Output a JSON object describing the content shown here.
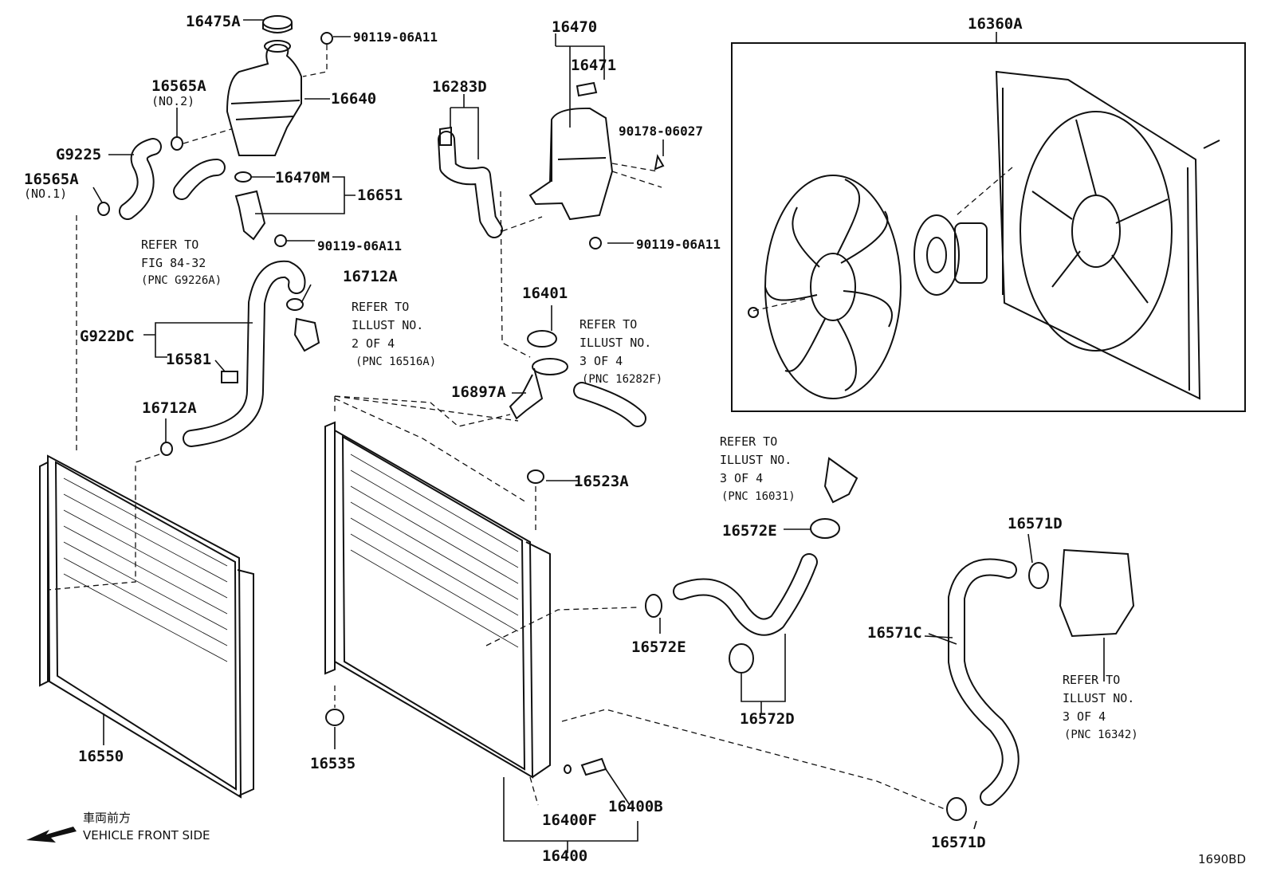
{
  "parts": {
    "p16475A": "16475A",
    "p90119_top": "90119-06A11",
    "p16470": "16470",
    "p16471": "16471",
    "p16360A": "16360A",
    "p16565A_no2": "16565A",
    "p16565A_no2_sub": "(NO.2)",
    "p16640": "16640",
    "p16283D": "16283D",
    "p90178": "90178-06027",
    "pG9225": "G9225",
    "p16565A_no1": "16565A",
    "p16565A_no1_sub": "(NO.1)",
    "p16470M": "16470M",
    "p16651": "16651",
    "p90119_mid": "90119-06A11",
    "p90119_right": "90119-06A11",
    "p16712A_top": "16712A",
    "pG922DC": "G922DC",
    "p16581": "16581",
    "p16401": "16401",
    "p16897A": "16897A",
    "p16712A_low": "16712A",
    "p16523A": "16523A",
    "p16572E_top": "16572E",
    "p16571D_top": "16571D",
    "p16572E_low": "16572E",
    "p16571C": "16571C",
    "p16572D": "16572D",
    "p16550": "16550",
    "p16535": "16535",
    "p16400B": "16400B",
    "p16400F": "16400F",
    "p16400": "16400",
    "p16571D_low": "16571D"
  },
  "refs": {
    "fig8432": [
      "REFER TO",
      "FIG 84-32",
      "(PNC G9226A)"
    ],
    "illust2": [
      "REFER TO",
      "ILLUST NO.",
      "2 OF 4",
      "(PNC 16516A)"
    ],
    "illust3a": [
      "REFER TO",
      "ILLUST NO.",
      "3 OF 4",
      "(PNC 16282F)"
    ],
    "illust3b": [
      "REFER TO",
      "ILLUST NO.",
      "3 OF 4",
      "(PNC 16031)"
    ],
    "illust3c": [
      "REFER TO",
      "ILLUST NO.",
      "3 OF 4",
      "(PNC 16342)"
    ]
  },
  "caption": {
    "jp": "車両前方",
    "en": "VEHICLE FRONT SIDE"
  },
  "figure_code": "1690BD"
}
